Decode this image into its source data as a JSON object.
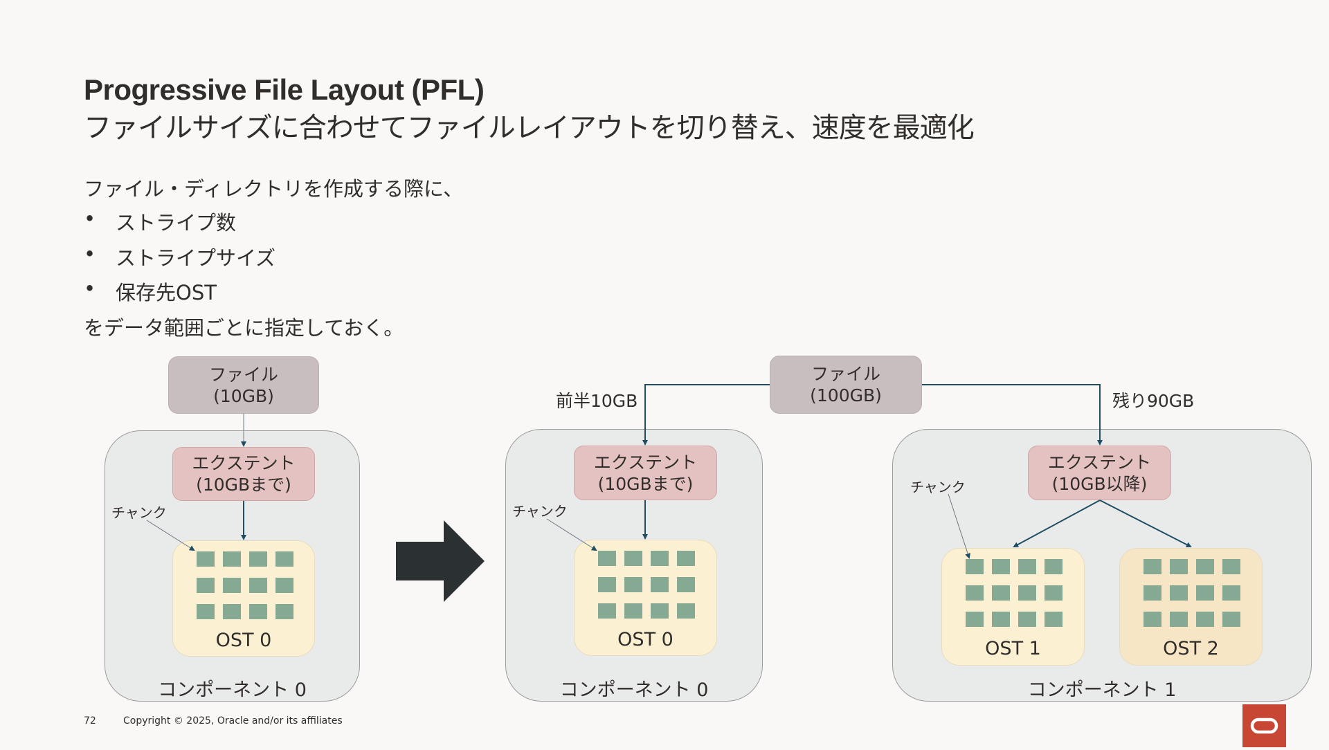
{
  "slide": {
    "title": "Progressive File Layout (PFL)",
    "subtitle": "ファイルサイズに合わせてファイルレイアウトを切り替え、速度を最適化",
    "intro": "ファイル・ディレクトリを作成する際に、",
    "bullets": [
      "ストライプ数",
      "ストライプサイズ",
      "保存先OST"
    ],
    "bullet_symbol": "•",
    "conclusion": "をデータ範囲ごとに指定しておく。"
  },
  "diagram_left": {
    "file_line1": "ファイル",
    "file_line2": "(10GB)",
    "extent_line1": "エクステント",
    "extent_line2": "(10GBまで)",
    "chunk_label": "チャンク",
    "ost_label": "OST 0",
    "component_label": "コンポーネント 0"
  },
  "diagram_right": {
    "file_line1": "ファイル",
    "file_line2": "(100GB)",
    "left_split_label": "前半10GB",
    "right_split_label": "残り90GB",
    "component0": {
      "extent_line1": "エクステント",
      "extent_line2": "(10GBまで)",
      "chunk_label": "チャンク",
      "ost_label": "OST 0",
      "component_label": "コンポーネント 0"
    },
    "component1": {
      "extent_line1": "エクステント",
      "extent_line2": "(10GB以降)",
      "chunk_label": "チャンク",
      "ost1_label": "OST 1",
      "ost2_label": "OST 2",
      "component_label": "コンポーネント 1"
    }
  },
  "footer": {
    "page_number": "72",
    "copyright": "Copyright © 2025, Oracle and/or its affiliates"
  },
  "colors": {
    "background": "#f9f8f6",
    "file_box": "#c9bebf",
    "extent_box": "#e5c2c2",
    "component_bg": "#e9eaea",
    "ost_light": "#fbf0d2",
    "ost_dark": "#f6e6c6",
    "chunk": "#86a994",
    "connector": "#1f4e62",
    "arrow": "#2b3033",
    "logo": "#c74634"
  },
  "icons": {
    "transition_arrow": "right-arrow-icon",
    "brand_logo": "oracle-logo-icon"
  }
}
